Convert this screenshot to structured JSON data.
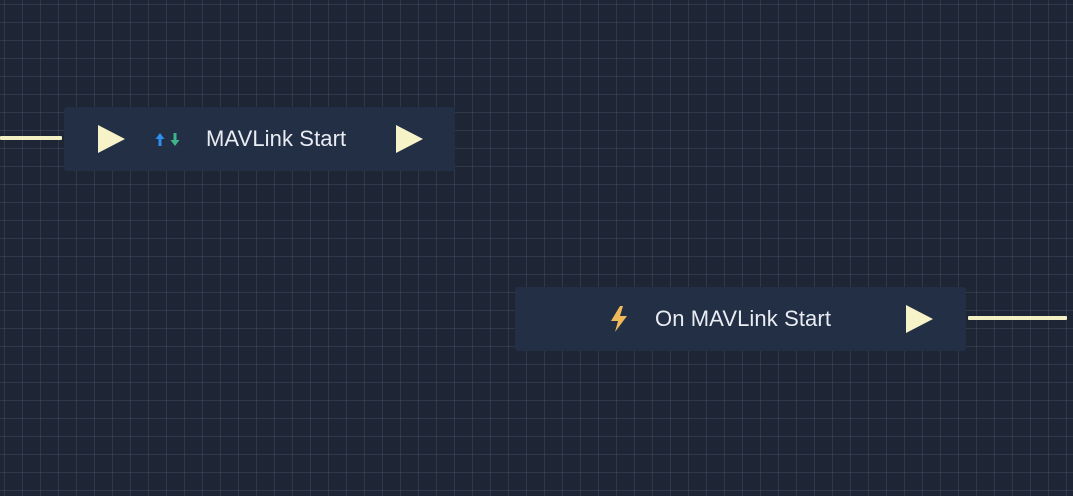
{
  "colors": {
    "background": "#1e2636",
    "grid_line": "#3a4656",
    "node_fill": "#232f44",
    "wire": "#f3f0c3",
    "exec_pin": "#f7f3c9",
    "label_text": "#e9edf3",
    "icon_arrow_up": "#2d8ff0",
    "icon_arrow_down": "#3fb389",
    "icon_bolt": "#f0b95a"
  },
  "nodes": [
    {
      "id": "mavlink-start",
      "label": "MAVLink Start",
      "icon": "up-down-arrows-icon",
      "has_input_exec": true,
      "has_output_exec": true
    },
    {
      "id": "on-mavlink-start",
      "label": "On MAVLink Start",
      "icon": "lightning-bolt-icon",
      "has_input_exec": false,
      "has_output_exec": true
    }
  ]
}
